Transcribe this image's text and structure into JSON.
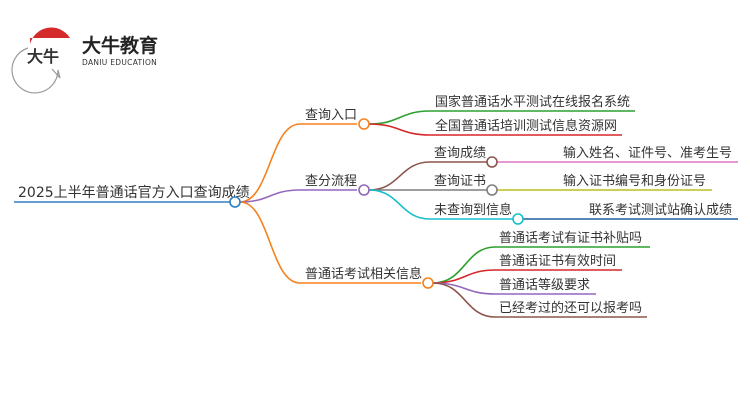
{
  "logo": {
    "name": "大牛教育",
    "subtitle": "DANIU EDUCATION",
    "mark_text": "大牛"
  },
  "root": {
    "label": "2025上半年普通话官方入口查询成绩",
    "color": "#2e7fc0"
  },
  "branches": [
    {
      "label": "查询入口",
      "color": "#f5821f",
      "children": [
        {
          "label": "国家普通话水平测试在线报名系统",
          "color": "#2ca02c"
        },
        {
          "label": "全国普通话培训测试信息资源网",
          "color": "#d62728"
        }
      ]
    },
    {
      "label": "查分流程",
      "color": "#9467bd",
      "children": [
        {
          "label": "查询成绩",
          "color": "#8c564b",
          "detail": "输入姓名、证件号、准考生号",
          "detail_color": "#e377c2"
        },
        {
          "label": "查询证书",
          "color": "#7f7f7f",
          "detail": "输入证书编号和身份证号",
          "detail_color": "#bcbd22"
        },
        {
          "label": "未查询到信息",
          "color": "#17becf",
          "detail": "联系考试测试站确认成绩",
          "detail_color": "#1f5fa0"
        }
      ]
    },
    {
      "label": "普通话考试相关信息",
      "color": "#f5821f",
      "children": [
        {
          "label": "普通话考试有证书补贴吗",
          "color": "#2ca02c"
        },
        {
          "label": "普通话证书有效时间",
          "color": "#d62728"
        },
        {
          "label": "普通话等级要求",
          "color": "#9467bd"
        },
        {
          "label": "已经考过的还可以报考吗",
          "color": "#8c564b"
        }
      ]
    }
  ]
}
